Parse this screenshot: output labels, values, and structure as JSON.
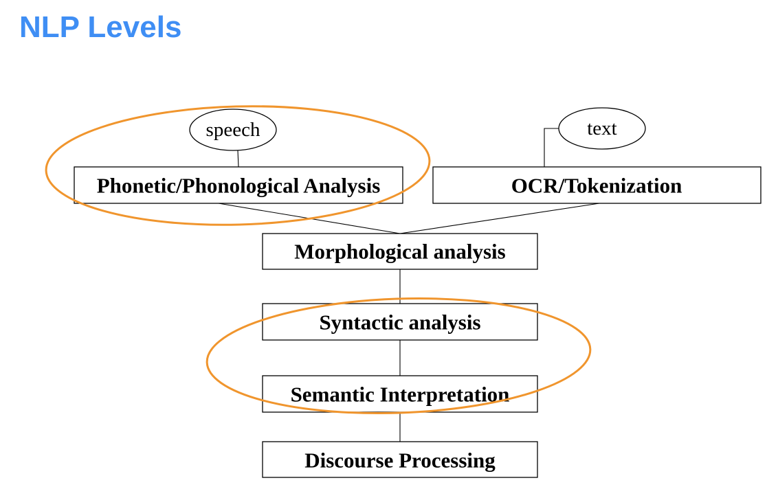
{
  "title": "NLP Levels",
  "colors": {
    "title": "#3f8ef4",
    "highlight": "#f0952d",
    "stroke": "#000000"
  },
  "inputs": {
    "speech": "speech",
    "text": "text"
  },
  "nodes": {
    "phonetic": "Phonetic/Phonological Analysis",
    "ocr": "OCR/Tokenization",
    "morphological": "Morphological analysis",
    "syntactic": "Syntactic analysis",
    "semantic": "Semantic Interpretation",
    "discourse": "Discourse Processing"
  }
}
